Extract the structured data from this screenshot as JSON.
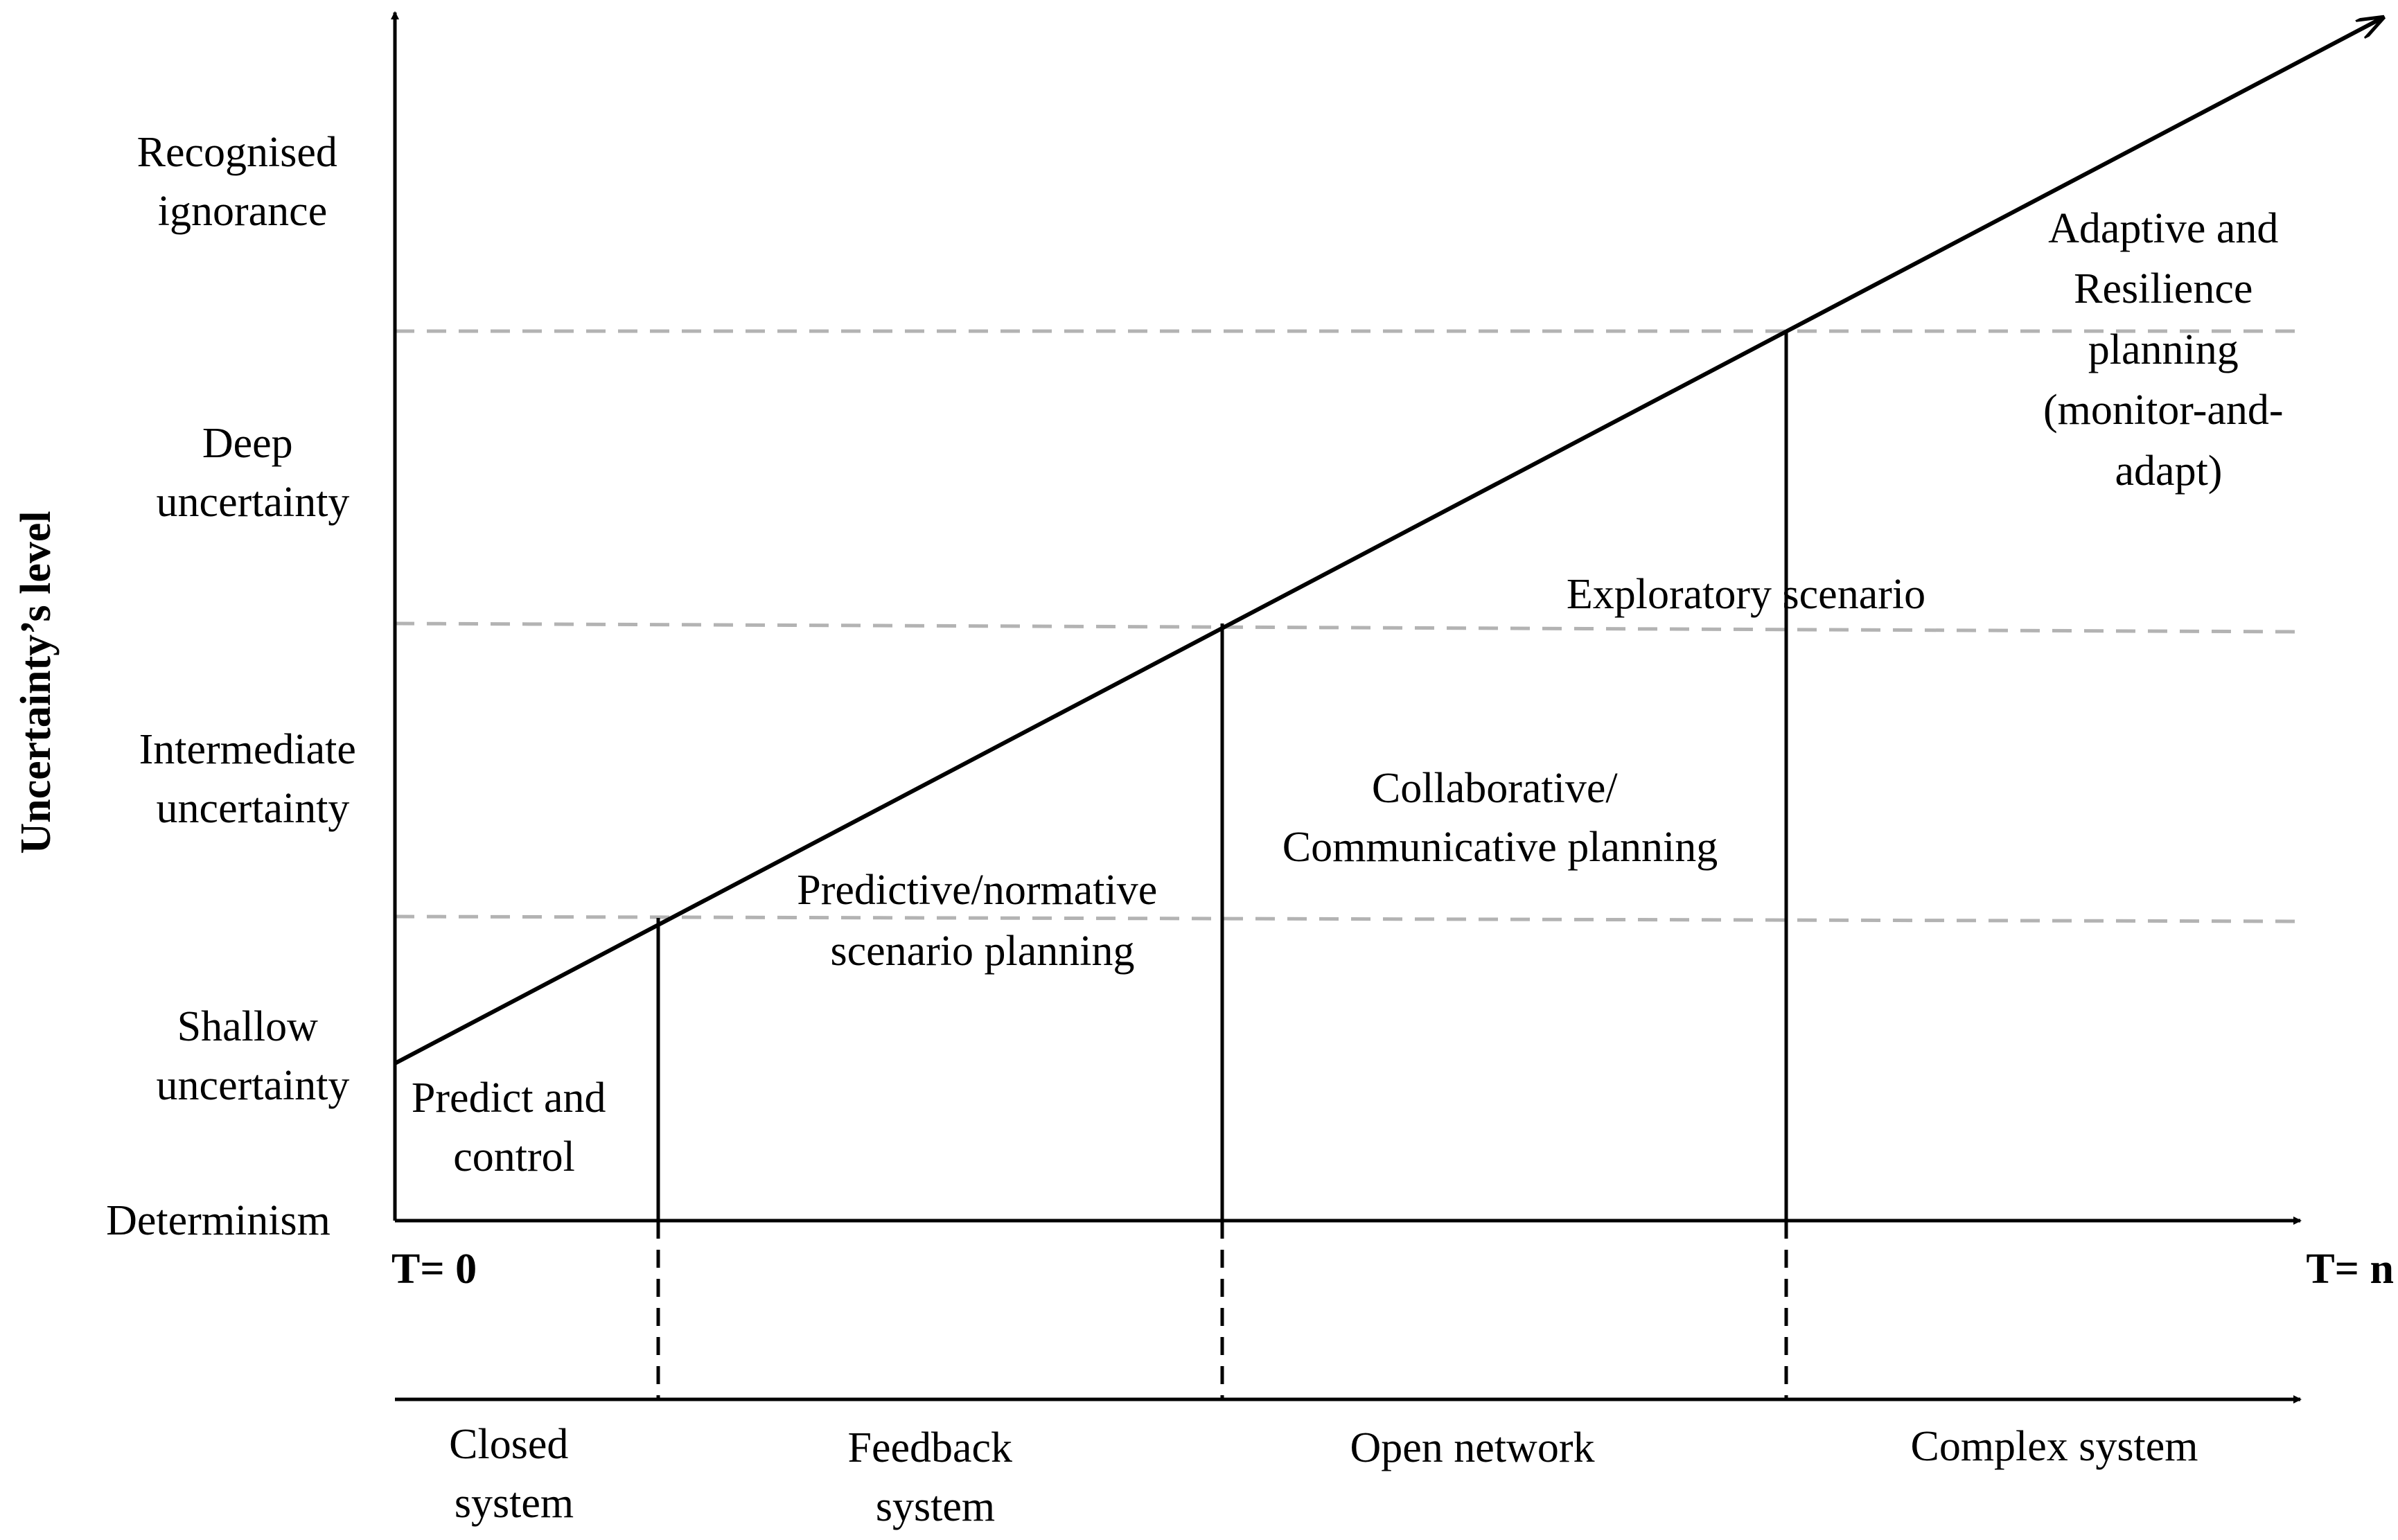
{
  "y_axis": {
    "title": "Uncertainty’s level",
    "levels": [
      {
        "lines": [
          "Recognised",
          "ignorance"
        ]
      },
      {
        "lines": [
          "Deep",
          "uncertainty"
        ]
      },
      {
        "lines": [
          "Intermediate",
          "uncertainty"
        ]
      },
      {
        "lines": [
          "Shallow",
          "uncertainty"
        ]
      },
      {
        "lines": [
          "Determinism"
        ]
      }
    ]
  },
  "time_axis": {
    "start_label": "T= 0",
    "end_label": "T= n"
  },
  "planning_approaches": [
    {
      "lines": [
        "Predict and",
        "control"
      ]
    },
    {
      "lines": [
        "Predictive/normative",
        "scenario planning"
      ]
    },
    {
      "lines": [
        "Collaborative/",
        "Communicative planning"
      ]
    },
    {
      "lines": [
        "Exploratory scenario"
      ]
    },
    {
      "lines": [
        "Adaptive and",
        "Resilience",
        "planning",
        "(monitor-and-",
        "adapt)"
      ]
    }
  ],
  "system_types": [
    {
      "lines": [
        "Closed",
        "system"
      ]
    },
    {
      "lines": [
        "Feedback",
        "system"
      ]
    },
    {
      "lines": [
        "Open network"
      ]
    },
    {
      "lines": [
        "Complex system"
      ]
    }
  ],
  "colors": {
    "line": "#000000",
    "dashed_guides": "#b3b3b3",
    "background": "#ffffff"
  }
}
